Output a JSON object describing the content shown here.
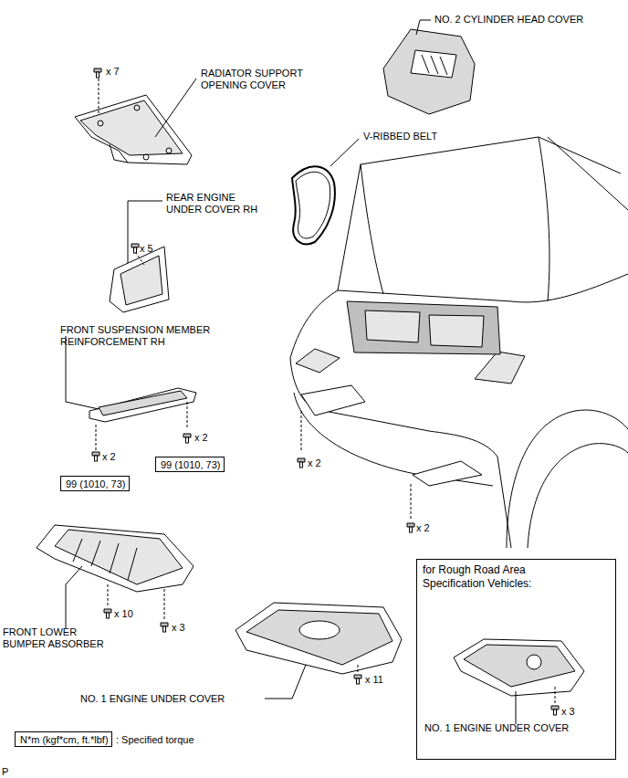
{
  "diagram": {
    "nodes": [
      {
        "text": [
          "99 (1010, 73)"
        ]
      },
      {
        "text": [
          "99 (1010, 73)"
        ]
      },
      {
        "text": [
          "N*m (kgf*cm, ft.*lbf)"
        ]
      },
      {
        "text": [
          "for Rough Road Area Specification Vehicles:",
          "NO. 1 ENGINE UNDER COVER",
          "x 3"
        ]
      }
    ],
    "labels": [
      "NO. 2 CYLINDER HEAD COVER",
      "x 7",
      "RADIATOR SUPPORT OPENING COVER",
      "V-RIBBED BELT",
      "REAR ENGINE UNDER COVER RH",
      "x 5",
      "FRONT SUSPENSION MEMBER REINFORCEMENT RH",
      "x 2",
      "x 2",
      "x 2",
      "x 2",
      "x 10",
      "x 3",
      "FRONT LOWER BUMPER ABSORBER",
      "x 11",
      "NO. 1 ENGINE UNDER COVER",
      "P"
    ],
    "legend": [
      {
        "text": ": Specified torque"
      }
    ]
  }
}
